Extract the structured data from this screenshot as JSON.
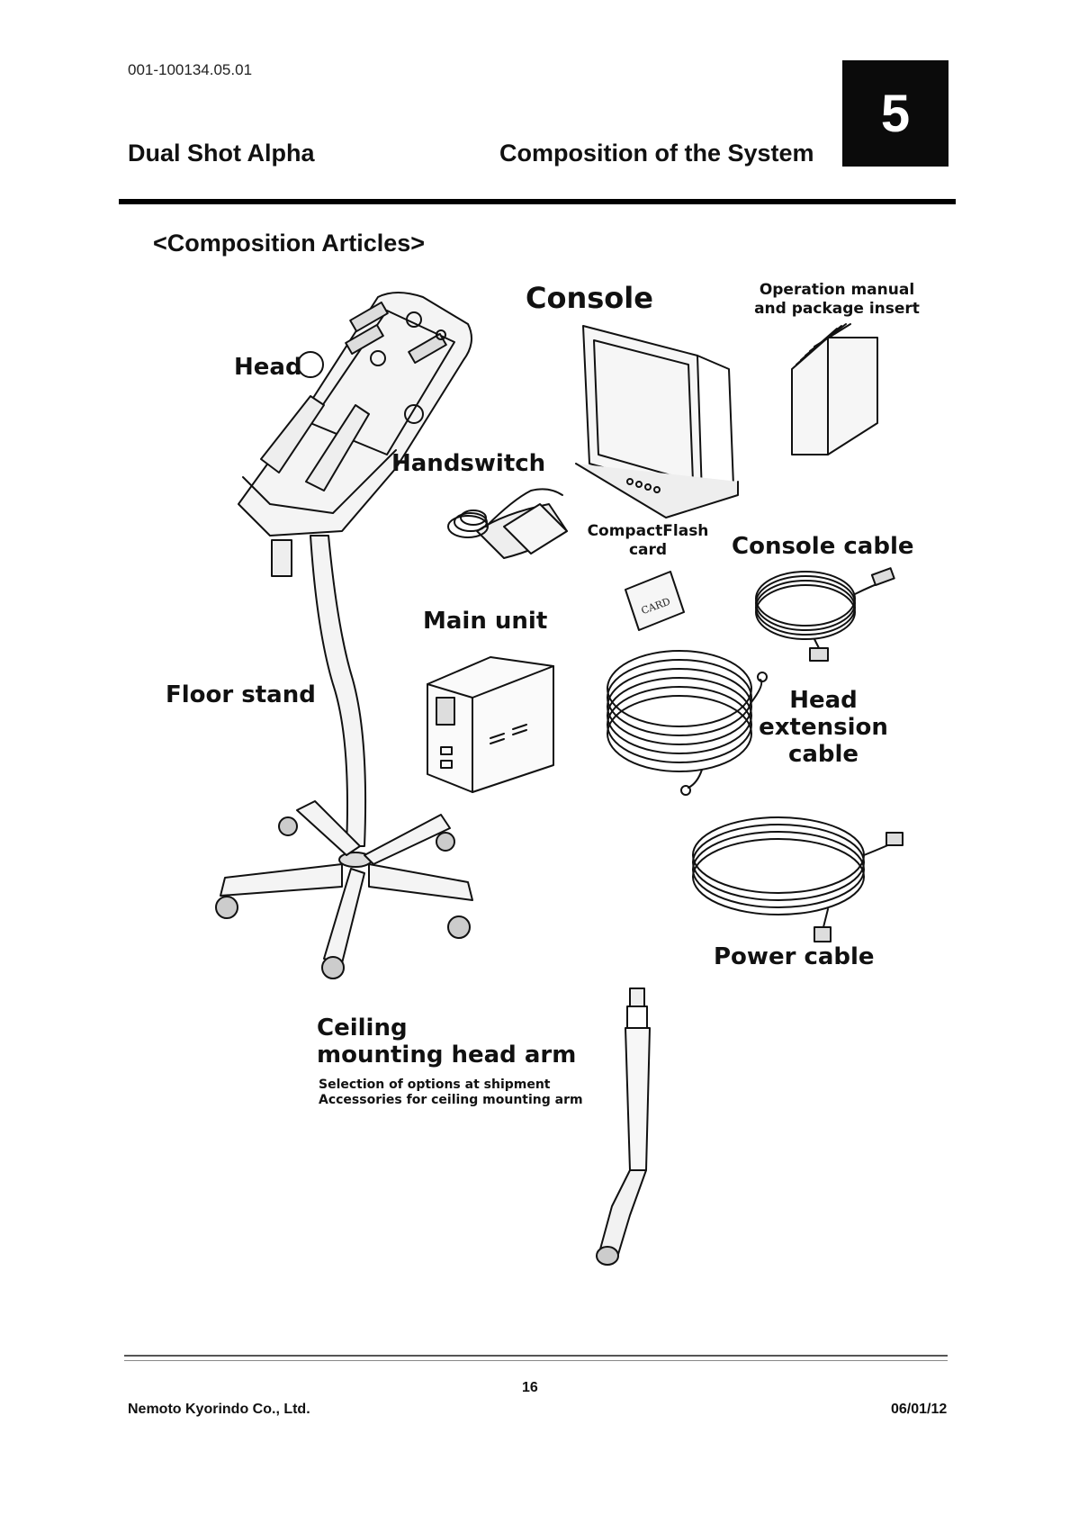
{
  "header": {
    "doc_id": "001-100134.05.01",
    "product": "Dual Shot Alpha",
    "section_title": "Composition of the System",
    "chapter_number": "5"
  },
  "heading": "<Composition Articles>",
  "labels": {
    "console": "Console",
    "manual_line1": "Operation manual",
    "manual_line2": "and package insert",
    "head": "Head",
    "handswitch": "Handswitch",
    "cf_line1": "CompactFlash",
    "cf_line2": "card",
    "console_cable": "Console cable",
    "main_unit": "Main unit",
    "floor_stand": "Floor stand",
    "head_ext_line1": "Head",
    "head_ext_line2": "extension",
    "head_ext_line3": "cable",
    "power_cable": "Power cable",
    "ceiling_line1": "Ceiling",
    "ceiling_line2": "mounting head arm",
    "ceiling_note1": "Selection of options at shipment",
    "ceiling_note2": "Accessories for ceiling mounting arm",
    "card_text": "CARD"
  },
  "footer": {
    "page_number": "16",
    "company": "Nemoto Kyorindo Co., Ltd.",
    "date": "06/01/12"
  }
}
